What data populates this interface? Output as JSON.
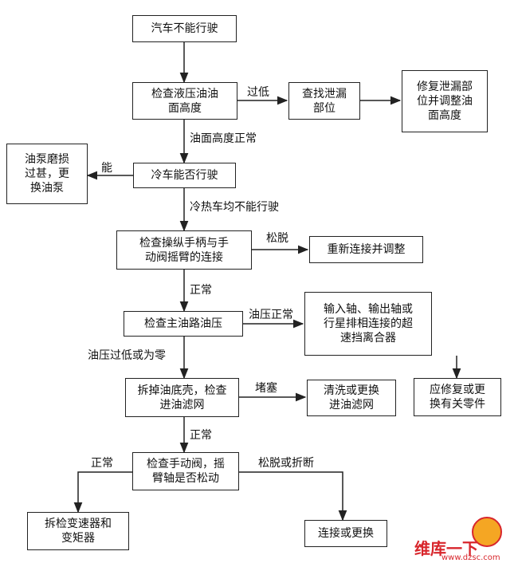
{
  "boxes": {
    "start": "汽车不能行驶",
    "check_level": "检查液压油油\n面高度",
    "find_leak": "查找泄漏\n部位",
    "fix_leak": "修复泄漏部\n位并调整油\n面高度",
    "cold_drive": "冷车能否行驶",
    "pump_worn": "油泵磨损\n过甚，更\n换油泵",
    "check_lever": "检查操纵手柄与手\n动阀摇臂的连接",
    "reconnect": "重新连接并调整",
    "check_main_pressure": "检查主油路油压",
    "clutch": "输入轴、输出轴或\n行星排相连接的超\n速挡离合器",
    "remove_pan": "拆掉油底壳，检查\n进油滤网",
    "clean_filter": "清洗或更换\n进油滤网",
    "repair_parts": "应修复或更\n换有关零件",
    "check_valve": "检查手动阀，摇\n臂轴是否松动",
    "disassemble": "拆检变速器和\n变矩器",
    "connect_replace": "连接或更换"
  },
  "labels": {
    "too_low": "过低",
    "level_ok": "油面高度正常",
    "can": "能",
    "neither": "冷热车均不能行驶",
    "loose": "松脱",
    "normal1": "正常",
    "pressure_ok": "油压正常",
    "pressure_low": "油压过低或为零",
    "blocked": "堵塞",
    "normal2": "正常",
    "normal3": "正常",
    "loose_broken": "松脱或折断"
  },
  "watermark": {
    "line1": "维库一下",
    "line2": "www.dzsc.com"
  },
  "colors": {
    "line": "#222222",
    "watermark_red": "#d8262c",
    "watermark_orange": "#f5a623"
  }
}
